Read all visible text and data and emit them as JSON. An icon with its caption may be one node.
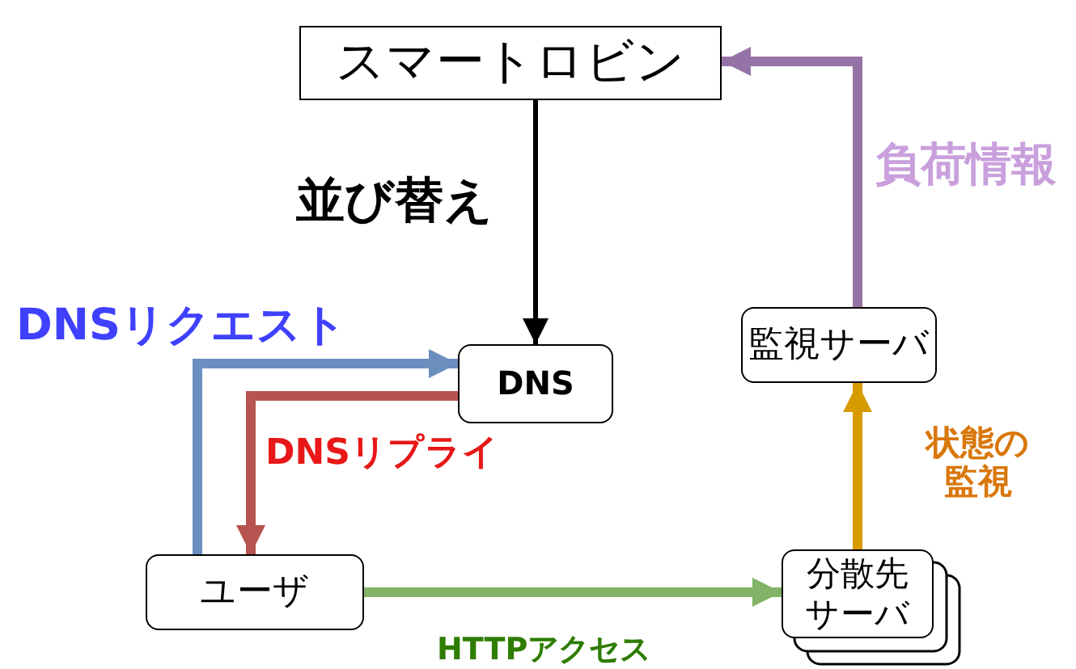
{
  "diagram": {
    "nodes": [
      {
        "text": [
          "スマートロビン"
        ]
      },
      {
        "text": [
          "DNS"
        ]
      },
      {
        "text": [
          "監視サーバ"
        ]
      },
      {
        "text": [
          "ユーザ"
        ]
      },
      {
        "text": [
          "分散先サーバ"
        ]
      }
    ],
    "edges": [
      {
        "from": 0,
        "to": 1,
        "arrow": "to",
        "label": "並び替え"
      },
      {
        "from": 3,
        "to": 1,
        "arrow": "to",
        "label": "DNSリクエスト",
        "color": "#6c8ebf"
      },
      {
        "from": 1,
        "to": 3,
        "arrow": "to",
        "label": "DNSリプライ",
        "color": "#b85450"
      },
      {
        "from": 3,
        "to": 4,
        "arrow": "to",
        "label": "HTTPアクセス",
        "color": "#82b366"
      },
      {
        "from": 4,
        "to": 2,
        "arrow": "to",
        "label": "状態の監視",
        "color": "#d79b00"
      },
      {
        "from": 2,
        "to": 0,
        "arrow": "to",
        "label": "負荷情報",
        "color": "#9673a6"
      }
    ]
  }
}
